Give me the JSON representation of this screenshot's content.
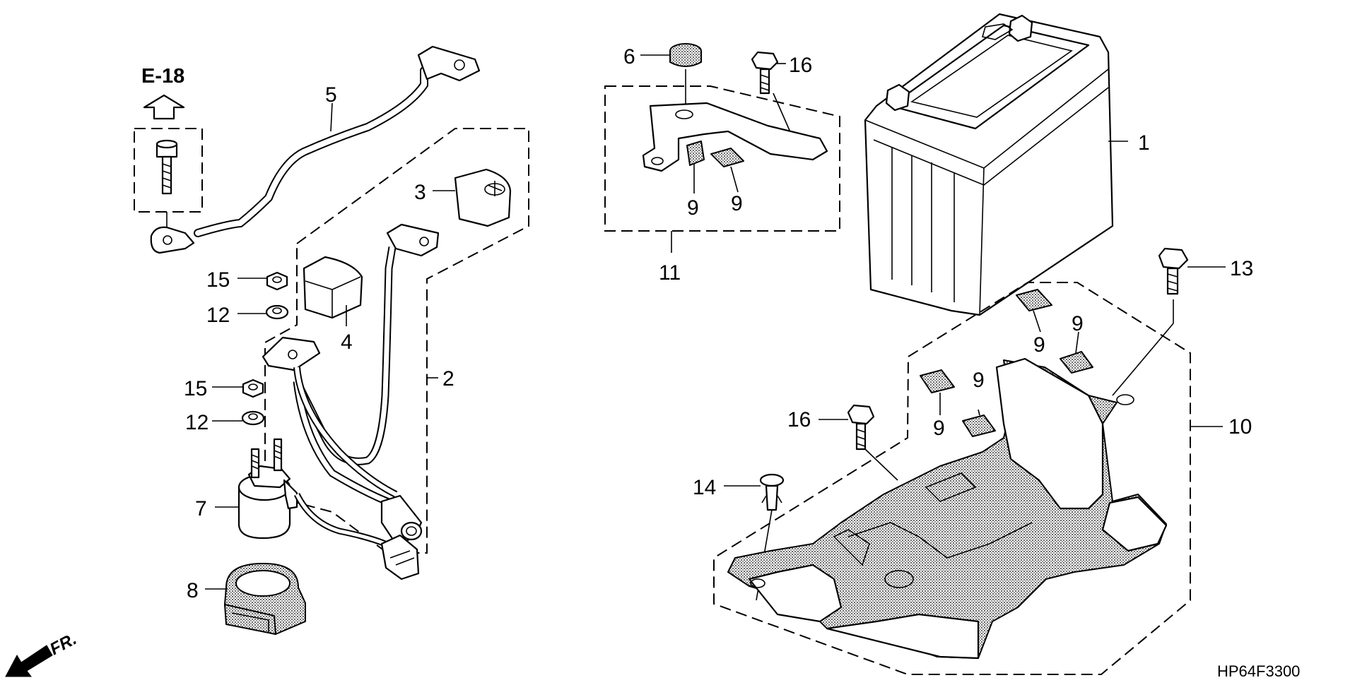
{
  "reference": {
    "label": "E-18"
  },
  "direction": {
    "label": "FR."
  },
  "diagram_code": "HP64F3300",
  "callouts": [
    {
      "id": "c1",
      "label": "1"
    },
    {
      "id": "c2",
      "label": "2"
    },
    {
      "id": "c3",
      "label": "3"
    },
    {
      "id": "c4",
      "label": "4"
    },
    {
      "id": "c5",
      "label": "5"
    },
    {
      "id": "c6",
      "label": "6"
    },
    {
      "id": "c7",
      "label": "7"
    },
    {
      "id": "c8",
      "label": "8"
    },
    {
      "id": "c9a",
      "label": "9"
    },
    {
      "id": "c9b",
      "label": "9"
    },
    {
      "id": "c9c",
      "label": "9"
    },
    {
      "id": "c9d",
      "label": "9"
    },
    {
      "id": "c9e",
      "label": "9"
    },
    {
      "id": "c9f",
      "label": "9"
    },
    {
      "id": "c10",
      "label": "10"
    },
    {
      "id": "c11",
      "label": "11"
    },
    {
      "id": "c12a",
      "label": "12"
    },
    {
      "id": "c12b",
      "label": "12"
    },
    {
      "id": "c13",
      "label": "13"
    },
    {
      "id": "c14",
      "label": "14"
    },
    {
      "id": "c15a",
      "label": "15"
    },
    {
      "id": "c15b",
      "label": "15"
    },
    {
      "id": "c16a",
      "label": "16"
    },
    {
      "id": "c16b",
      "label": "16"
    }
  ]
}
